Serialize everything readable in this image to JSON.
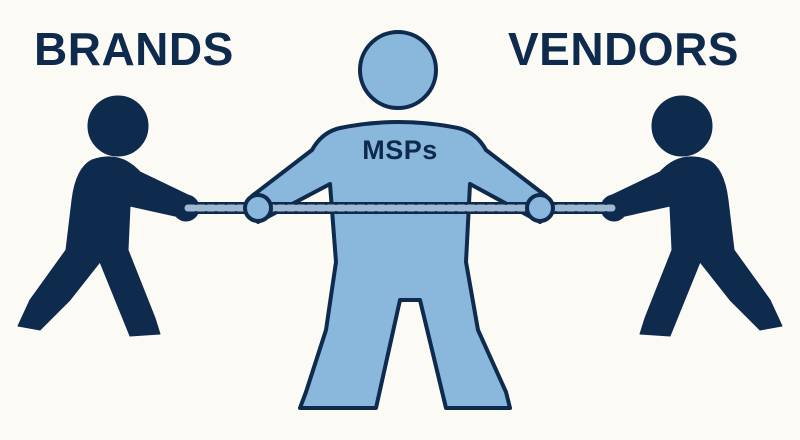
{
  "labels": {
    "left_group": "BRANDS",
    "right_group": "VENDORS",
    "center_figure": "MSPs"
  },
  "colors": {
    "background": "#fbfaf5",
    "navy": "#0e2a4c",
    "light_blue": "#8ab8dc",
    "rope": "#9fb9d2"
  }
}
